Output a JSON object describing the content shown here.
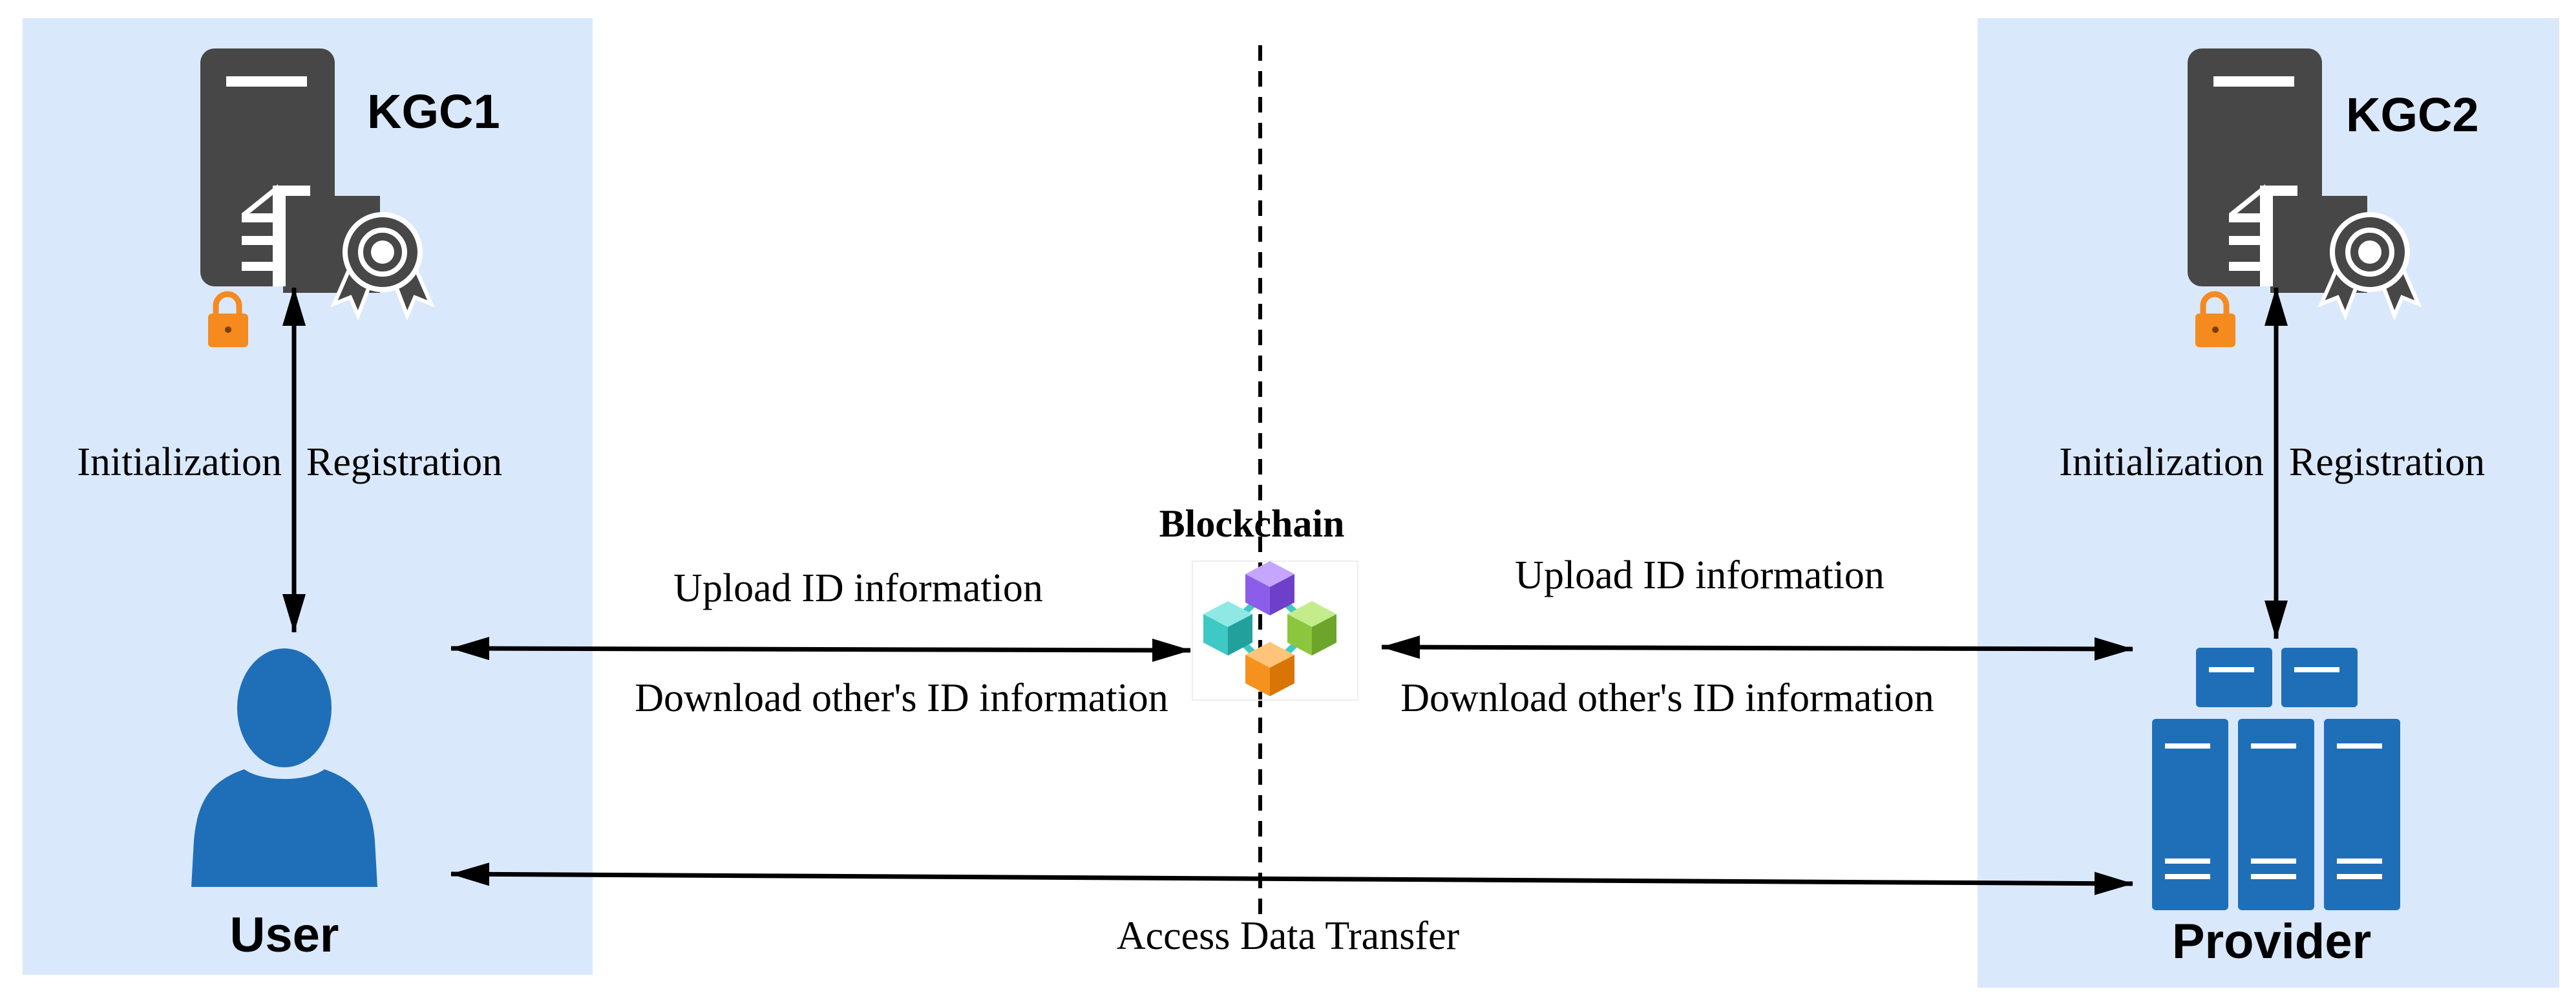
{
  "nodes": {
    "kgc1": "KGC1",
    "kgc2": "KGC2",
    "user": "User",
    "provider": "Provider",
    "blockchain": "Blockchain"
  },
  "edges": {
    "left_init": "Initialization",
    "left_reg": "Registration",
    "right_init": "Initialization",
    "right_reg": "Registration",
    "left_upload": "Upload ID information",
    "left_download": "Download other's ID information",
    "right_upload": "Upload ID information",
    "right_download": "Download other's ID information",
    "access": "Access Data Transfer"
  },
  "colors": {
    "panel": "#dae8fc",
    "server_dark": "#474747",
    "lock": "#f58a1f",
    "entity_blue": "#1f6fb8",
    "cube_purple": "#9b6cf0",
    "cube_teal": "#3ec9c4",
    "cube_green": "#8cc63f",
    "cube_orange": "#f5921e"
  },
  "icons": {
    "kgc_server": "server-certificate-icon",
    "user": "user-icon",
    "provider": "server-rack-icon",
    "blockchain": "blockchain-cubes-icon"
  }
}
